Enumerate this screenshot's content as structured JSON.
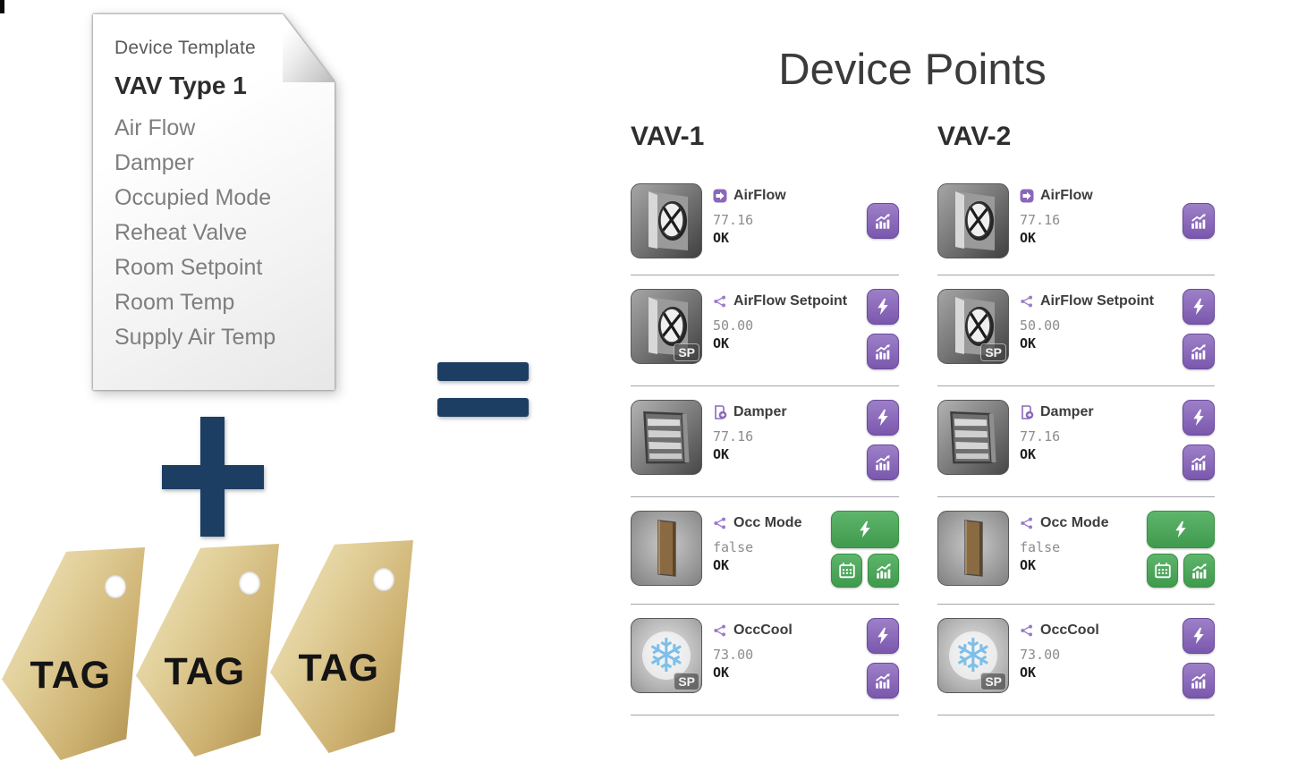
{
  "colors": {
    "accent_navy": "#1c3e63",
    "purple_button": "#8a69b8",
    "green_button": "#4da85a",
    "tag_gold": "#d7be80",
    "divider_gray": "#a5a1ab"
  },
  "template_card": {
    "kicker": "Device Template",
    "title": "VAV Type 1",
    "points": [
      "Air Flow",
      "Damper",
      "Occupied Mode",
      "Reheat Valve",
      "Room Setpoint",
      "Room Temp",
      "Supply Air Temp"
    ]
  },
  "operators": {
    "plus": "+",
    "equals": "="
  },
  "tags": [
    {
      "label": "TAG"
    },
    {
      "label": "TAG"
    },
    {
      "label": "TAG"
    }
  ],
  "device_points": {
    "title": "Device Points",
    "devices": [
      {
        "name": "VAV-1",
        "points": [
          {
            "label": "AirFlow",
            "value": "77.16",
            "status": "OK",
            "name_icon": "point-input-icon",
            "image_icon": "round-damper-photo",
            "sp_badge": "",
            "style": "purple",
            "actions": [
              {
                "icon": "trend-chart-icon"
              }
            ]
          },
          {
            "label": "AirFlow Setpoint",
            "value": "50.00",
            "status": "OK",
            "name_icon": "share-icon",
            "image_icon": "round-damper-photo",
            "sp_badge": "SP",
            "style": "purple",
            "actions": [
              {
                "icon": "command-bolt-icon"
              },
              {
                "icon": "trend-chart-icon"
              }
            ]
          },
          {
            "label": "Damper",
            "value": "77.16",
            "status": "OK",
            "name_icon": "point-output-icon",
            "image_icon": "louver-damper-photo",
            "sp_badge": "",
            "style": "purple",
            "actions": [
              {
                "icon": "command-bolt-icon"
              },
              {
                "icon": "trend-chart-icon"
              }
            ]
          },
          {
            "label": "Occ Mode",
            "value": "false",
            "status": "OK",
            "name_icon": "share-icon",
            "image_icon": "door-photo",
            "sp_badge": "",
            "style": "green",
            "actions": [
              {
                "icon": "command-bolt-icon",
                "wide": true
              },
              {
                "icon": "schedule-calendar-icon"
              },
              {
                "icon": "trend-chart-icon"
              }
            ]
          },
          {
            "label": "OccCool",
            "value": "73.00",
            "status": "OK",
            "name_icon": "share-icon",
            "image_icon": "snowflake-photo",
            "sp_badge": "SP",
            "style": "purple",
            "actions": [
              {
                "icon": "command-bolt-icon"
              },
              {
                "icon": "trend-chart-icon"
              }
            ]
          }
        ]
      },
      {
        "name": "VAV-2",
        "points": [
          {
            "label": "AirFlow",
            "value": "77.16",
            "status": "OK",
            "name_icon": "point-input-icon",
            "image_icon": "round-damper-photo",
            "sp_badge": "",
            "style": "purple",
            "actions": [
              {
                "icon": "trend-chart-icon"
              }
            ]
          },
          {
            "label": "AirFlow Setpoint",
            "value": "50.00",
            "status": "OK",
            "name_icon": "share-icon",
            "image_icon": "round-damper-photo",
            "sp_badge": "SP",
            "style": "purple",
            "actions": [
              {
                "icon": "command-bolt-icon"
              },
              {
                "icon": "trend-chart-icon"
              }
            ]
          },
          {
            "label": "Damper",
            "value": "77.16",
            "status": "OK",
            "name_icon": "point-output-icon",
            "image_icon": "louver-damper-photo",
            "sp_badge": "",
            "style": "purple",
            "actions": [
              {
                "icon": "command-bolt-icon"
              },
              {
                "icon": "trend-chart-icon"
              }
            ]
          },
          {
            "label": "Occ Mode",
            "value": "false",
            "status": "OK",
            "name_icon": "share-icon",
            "image_icon": "door-photo",
            "sp_badge": "",
            "style": "green",
            "actions": [
              {
                "icon": "command-bolt-icon",
                "wide": true
              },
              {
                "icon": "schedule-calendar-icon"
              },
              {
                "icon": "trend-chart-icon"
              }
            ]
          },
          {
            "label": "OccCool",
            "value": "73.00",
            "status": "OK",
            "name_icon": "share-icon",
            "image_icon": "snowflake-photo",
            "sp_badge": "SP",
            "style": "purple",
            "actions": [
              {
                "icon": "command-bolt-icon"
              },
              {
                "icon": "trend-chart-icon"
              }
            ]
          }
        ]
      }
    ]
  }
}
